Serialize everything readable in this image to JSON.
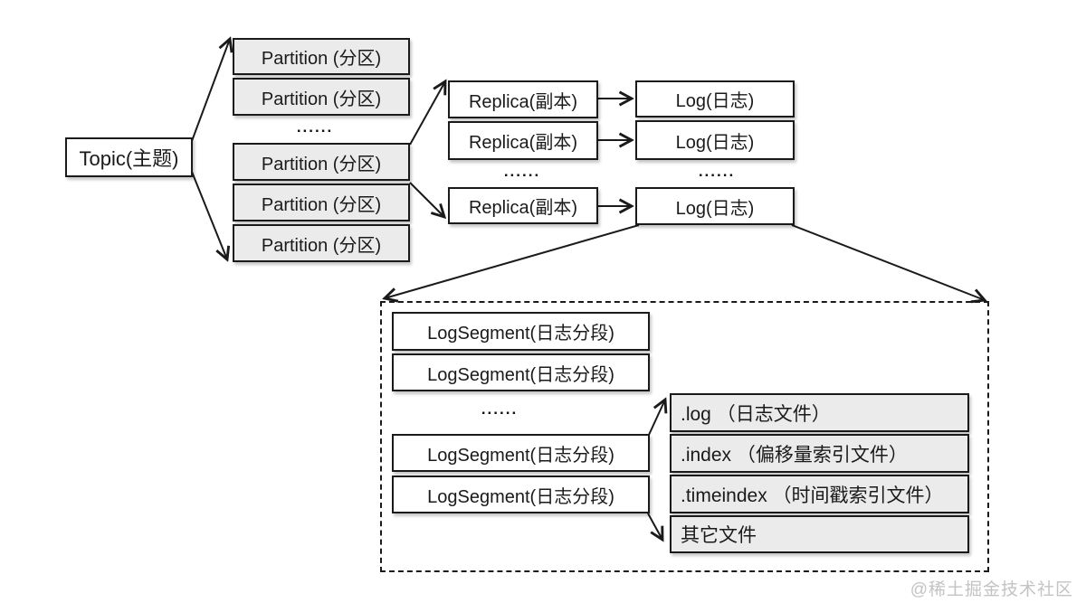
{
  "diagram": {
    "topic": {
      "label": "Topic(主题)"
    },
    "partitions": {
      "labels": [
        "Partition (分区)",
        "Partition (分区)",
        "Partition (分区)",
        "Partition (分区)",
        "Partition (分区)"
      ],
      "ellipsis": "......"
    },
    "replicas": {
      "labels": [
        "Replica(副本)",
        "Replica(副本)",
        "Replica(副本)"
      ],
      "ellipsis": "......"
    },
    "logs": {
      "labels": [
        "Log(日志)",
        "Log(日志)",
        "Log(日志)"
      ],
      "ellipsis": "......"
    },
    "segments": {
      "labels": [
        "LogSegment(日志分段)",
        "LogSegment(日志分段)",
        "LogSegment(日志分段)",
        "LogSegment(日志分段)"
      ],
      "ellipsis": "......"
    },
    "files": {
      "labels": [
        ".log （日志文件）",
        ".index （偏移量索引文件）",
        ".timeindex （时间戳索引文件）",
        "其它文件"
      ]
    },
    "watermark": "@稀土掘金技术社区",
    "colors": {
      "border": "#1a1a1a",
      "fill_gray": "#ebebeb",
      "fill_white": "#ffffff",
      "watermark": "#c3c3c3"
    }
  }
}
